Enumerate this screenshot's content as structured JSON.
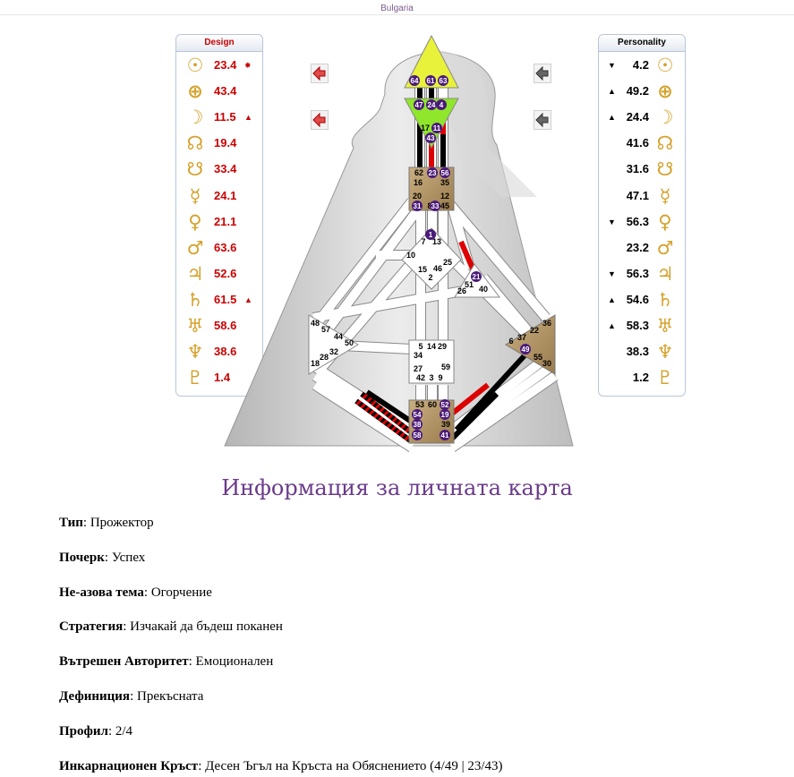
{
  "top": {
    "location": "Bulgaria"
  },
  "design": {
    "header": "Design",
    "rows": [
      {
        "icon": "sun-icon",
        "glyph": "☉",
        "value": "23.4",
        "mark": "✸"
      },
      {
        "icon": "earth-icon",
        "glyph": "⊕",
        "value": "43.4",
        "mark": ""
      },
      {
        "icon": "moon-icon",
        "glyph": "☽",
        "value": "11.5",
        "mark": "▲"
      },
      {
        "icon": "north-node-icon",
        "glyph": "☊",
        "value": "19.4",
        "mark": ""
      },
      {
        "icon": "south-node-icon",
        "glyph": "☋",
        "value": "33.4",
        "mark": ""
      },
      {
        "icon": "mercury-icon",
        "glyph": "☿",
        "value": "24.1",
        "mark": ""
      },
      {
        "icon": "venus-icon",
        "glyph": "♀",
        "value": "21.1",
        "mark": ""
      },
      {
        "icon": "mars-icon",
        "glyph": "♂",
        "value": "63.6",
        "mark": ""
      },
      {
        "icon": "jupiter-icon",
        "glyph": "♃",
        "value": "52.6",
        "mark": ""
      },
      {
        "icon": "saturn-icon",
        "glyph": "♄",
        "value": "61.5",
        "mark": "▲"
      },
      {
        "icon": "uranus-icon",
        "glyph": "♅",
        "value": "58.6",
        "mark": ""
      },
      {
        "icon": "neptune-icon",
        "glyph": "♆",
        "value": "38.6",
        "mark": ""
      },
      {
        "icon": "pluto-icon",
        "glyph": "♇",
        "value": "1.4",
        "mark": ""
      }
    ]
  },
  "personality": {
    "header": "Personality",
    "rows": [
      {
        "icon": "sun-icon",
        "glyph": "☉",
        "value": "4.2",
        "mark": "▼"
      },
      {
        "icon": "earth-icon",
        "glyph": "⊕",
        "value": "49.2",
        "mark": "▲"
      },
      {
        "icon": "moon-icon",
        "glyph": "☽",
        "value": "24.4",
        "mark": "▲"
      },
      {
        "icon": "north-node-icon",
        "glyph": "☊",
        "value": "41.6",
        "mark": ""
      },
      {
        "icon": "south-node-icon",
        "glyph": "☋",
        "value": "31.6",
        "mark": ""
      },
      {
        "icon": "mercury-icon",
        "glyph": "☿",
        "value": "47.1",
        "mark": ""
      },
      {
        "icon": "venus-icon",
        "glyph": "♀",
        "value": "56.3",
        "mark": "▼"
      },
      {
        "icon": "mars-icon",
        "glyph": "♂",
        "value": "23.2",
        "mark": ""
      },
      {
        "icon": "jupiter-icon",
        "glyph": "♃",
        "value": "56.3",
        "mark": "▼"
      },
      {
        "icon": "saturn-icon",
        "glyph": "♄",
        "value": "54.6",
        "mark": "▲"
      },
      {
        "icon": "uranus-icon",
        "glyph": "♅",
        "value": "58.3",
        "mark": "▲"
      },
      {
        "icon": "neptune-icon",
        "glyph": "♆",
        "value": "38.3",
        "mark": ""
      },
      {
        "icon": "pluto-icon",
        "glyph": "♇",
        "value": "1.2",
        "mark": ""
      }
    ]
  },
  "colors": {
    "design_red": "#cc0000",
    "icon_gold": "#d4a22c",
    "title_purple": "#6a3b8a",
    "defined_tan": "#b3976a",
    "defined_yellow": "#e8f23a",
    "defined_green": "#8fe62a",
    "gate_purple": "#4b1a7a"
  },
  "bodygraph": {
    "head_gates": [
      "64",
      "61",
      "63"
    ],
    "ajna_gates": [
      "47",
      "24",
      "4",
      "17",
      "11",
      "43"
    ],
    "throat_gates": [
      "62",
      "23",
      "56",
      "16",
      "35",
      "20",
      "12",
      "31",
      "8",
      "33",
      "45"
    ],
    "g_gates": [
      "1",
      "7",
      "13",
      "10",
      "25",
      "15",
      "46",
      "2"
    ],
    "heart_gates": [
      "21",
      "51",
      "26",
      "40"
    ],
    "spleen_gates": [
      "48",
      "57",
      "44",
      "50",
      "32",
      "28",
      "18"
    ],
    "sacral_gates": [
      "5",
      "14",
      "29",
      "34",
      "27",
      "59",
      "42",
      "3",
      "9"
    ],
    "solar_gates": [
      "36",
      "22",
      "37",
      "6",
      "49",
      "55",
      "30"
    ],
    "root_gates": [
      "53",
      "60",
      "52",
      "54",
      "19",
      "38",
      "39",
      "58",
      "41"
    ]
  },
  "info": {
    "title": "Информация за личната карта",
    "items": [
      {
        "label": "Тип",
        "value": "Прожектор"
      },
      {
        "label": "Почерк",
        "value": "Успех"
      },
      {
        "label": "Не-азова тема",
        "value": "Огорчение"
      },
      {
        "label": "Стратегия",
        "value": "Изчакай да бъдеш поканен"
      },
      {
        "label": "Вътрешен Авторитет",
        "value": "Емоционален"
      },
      {
        "label": "Дефиниция",
        "value": "Прекъсната"
      },
      {
        "label": "Профил",
        "value": "2/4"
      },
      {
        "label": "Инкарнационен Кръст",
        "value": "Десен Ъгъл на Кръста на Обяснението (4/49 | 23/43)"
      }
    ]
  }
}
